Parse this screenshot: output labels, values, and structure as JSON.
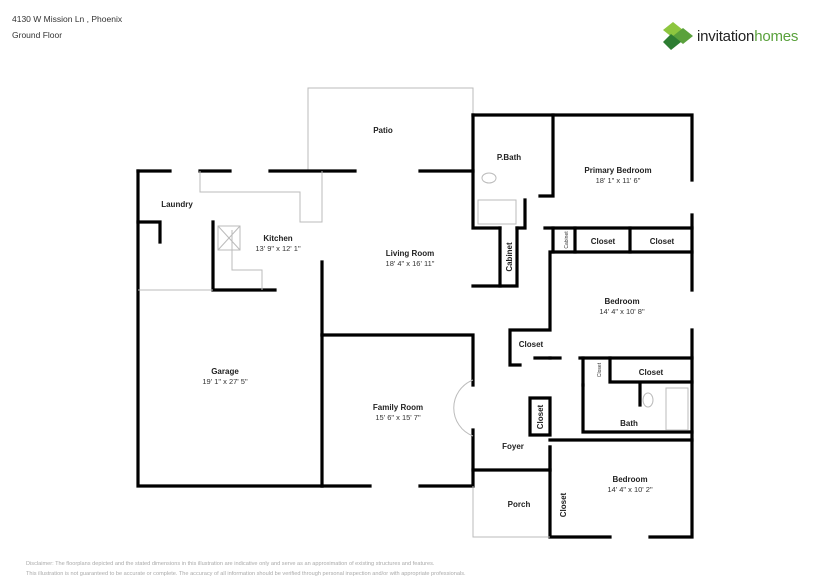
{
  "header": {
    "address": "4130 W Mission Ln , Phoenix",
    "floor": "Ground Floor"
  },
  "logo": {
    "word1": "invitation",
    "word2": "homes",
    "colors": [
      "#8dc63f",
      "#5aa13c",
      "#2e7d32"
    ]
  },
  "rooms": {
    "patio": {
      "name": "Patio"
    },
    "pbath": {
      "name": "P.Bath"
    },
    "primary": {
      "name": "Primary Bedroom",
      "dims": "18' 1\" x 11' 6\""
    },
    "laundry": {
      "name": "Laundry"
    },
    "kitchen": {
      "name": "Kitchen",
      "dims": "13' 9\" x 12' 1\""
    },
    "living": {
      "name": "Living Room",
      "dims": "18' 4\" x 16' 11\""
    },
    "cabinet": {
      "name": "Cabinet"
    },
    "cabinet_small": {
      "name": "Cabinet"
    },
    "closet1": {
      "name": "Closet"
    },
    "closet2": {
      "name": "Closet"
    },
    "bedroom1": {
      "name": "Bedroom",
      "dims": "14' 4\" x 10' 8\""
    },
    "garage": {
      "name": "Garage",
      "dims": "19' 1\" x 27' 5\""
    },
    "closet3": {
      "name": "Closet"
    },
    "closet_small2": {
      "name": "Closet"
    },
    "closet4": {
      "name": "Closet"
    },
    "family": {
      "name": "Family Room",
      "dims": "15' 6\" x 15' 7\""
    },
    "closet5": {
      "name": "Closet"
    },
    "bath": {
      "name": "Bath"
    },
    "foyer": {
      "name": "Foyer"
    },
    "bedroom2": {
      "name": "Bedroom",
      "dims": "14' 4\" x 10' 2\""
    },
    "porch": {
      "name": "Porch"
    },
    "closet6": {
      "name": "Closet"
    }
  },
  "disclaimer": {
    "line1": "Disclaimer: The floorplans depicted and the stated dimensions in this illustration are indicative only and serve as an approximation of existing structures and features.",
    "line2": "This illustration is not guaranteed to be accurate or complete. The accuracy of all information should be verified through personal inspection and/or with appropriate professionals."
  }
}
